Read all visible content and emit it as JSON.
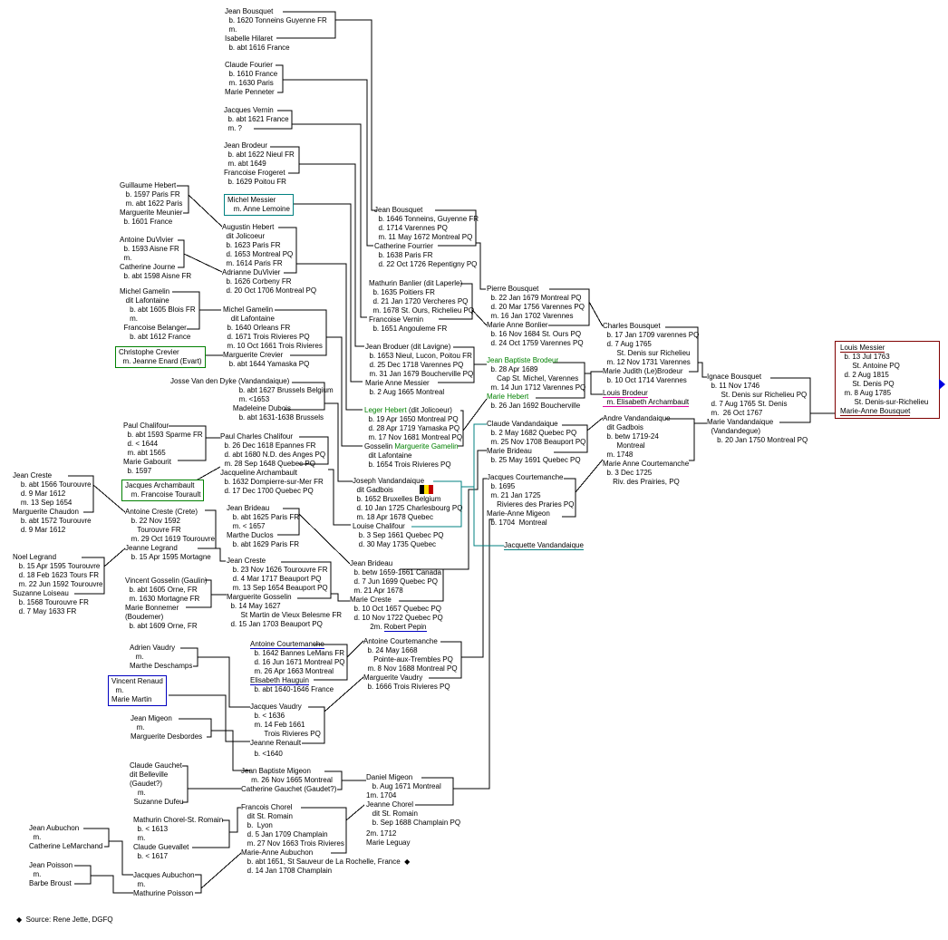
{
  "colors": {
    "line": "#000000",
    "teal": "#008080",
    "green": "#008000",
    "red_box": "#800000",
    "blue_box": "#0000c0",
    "green_box": "#008000",
    "teal_box": "#008080",
    "arrow": "#0000e0",
    "flag": [
      "#000000",
      "#ffe000",
      "#c00000"
    ]
  },
  "blocks": {
    "jb1620": [
      "Jean Bousquet",
      "  b. 1620 Tonneins Guyenne FR",
      "  m.",
      "Isabelle Hilaret",
      "  b. abt 1616 France"
    ],
    "cf": [
      "Claude Fourier",
      "  b. 1610 France",
      "  m. 1630 Paris",
      "Marie Penneter"
    ],
    "jv": [
      "Jacques Vernin",
      "  b. abt 1621 France",
      "  m. ?"
    ],
    "jbro": [
      "Jean Brodeur",
      "  b. abt 1622 Nieul FR",
      "  m. abt 1649",
      "Francoise Frogeret",
      "  b. 1629 Poitou FR"
    ],
    "gh": [
      "Guillaume Hebert",
      "   b. 1597 Paris FR",
      "   m. abt 1622 Paris",
      "Marguerite Meunier",
      "  b. 1601 France"
    ],
    "mm": [
      "Michel Messier",
      "   m. Anne Lemoine"
    ],
    "ah": [
      "Augustin Hebert",
      "  dit Jolicoeur",
      "  b. 1623 Paris FR",
      "  d. 1653 Montreal PQ",
      "  m. 1614 Paris FR",
      "Adrianne DuVivier",
      "  b. 1626 Corbeny FR",
      "  d. 20 Oct 1706 Montreal PQ"
    ],
    "ad": [
      "Antoine DuVivier",
      "  b. 1593 Aisne FR",
      "  m.",
      "Catherine Journe",
      "  b. abt 1598 Aisne FR"
    ],
    "mg1": [
      "Michel Gamelin",
      "   dit Lafontaine",
      "     b. abt 1605 Blois FR",
      "     m.",
      "  Francoise Belanger",
      "     b. abt 1612 France"
    ],
    "mg2": [
      "Michel Gamelin",
      "    dit Lafontaine",
      "  b. 1640 Orleans FR",
      "  d. 1671 Trois Rivieres PQ",
      "  m. 10 Oct 1661 Trois Rivieres",
      "Marguerite Crevier",
      "   b. abt 1644 Yamaska PQ"
    ],
    "cc": [
      "Christophe Crevier",
      "  m. Jeanne Enard (Evart)"
    ],
    "jvd": [
      "Josse Van den Dyke (Vandandaique)",
      "                                  b. abt 1627 Brussels Belgium",
      "                                  m. <1653",
      "                               Madeleine Dubois",
      "                                  b. abt 1631-1638 Brussels"
    ],
    "pc1": [
      "Paul Chalifour",
      "  b. abt 1593 Sparme FR",
      "  d. < 1644",
      "  m. abt 1565",
      "Marie Gabourit",
      "  b. 1597"
    ],
    "pc2": [
      "Paul Charles Chalifour",
      "  b. 26 Dec 1618 Epannes FR",
      "  d. abt 1680 N.D. des Anges PQ",
      "  m. 28 Sep 1648 Quebec PQ",
      "Jacqueline Archambault",
      "  b. 1632 Dompierre-sur-Mer FR",
      "  d. 17 Dec 1700 Quebec PQ"
    ],
    "ja": [
      "Jacques Archambault",
      "   m. Francoise Tourault"
    ],
    "jc1": [
      "Jean Creste",
      "    b. abt 1566 Tourouvre",
      "    d. 9 Mar 1612",
      "    m. 13 Sep 1654",
      "Marguerite Chaudon",
      "    b. abt 1572 Tourouvre",
      "    d. 9 Mar 1612"
    ],
    "ac": [
      "Antoine Creste (Crete)",
      "   b. 22 Nov 1592",
      "      Tourouvre FR",
      "   m. 29 Oct 1619 Tourouvre",
      "Jeanne Legrand",
      "   b. 15 Apr 1595 Mortagne"
    ],
    "nl": [
      "Noel Legrand",
      "   b. 15 Apr 1595 Tourouvre",
      "   d. 18 Feb 1623 Tours FR",
      "   m. 22 Jun 1592 Tourouvre",
      "Suzanne Loiseau",
      "   b. 1568 Tourouvre FR",
      "   d. 7 May 1633 FR"
    ],
    "jbri1": [
      "Jean Brideau",
      "   b. abt 1625 Paris FR",
      "   m. < 1657",
      "Marthe Duclos",
      "   b. abt 1629 Paris FR"
    ],
    "jc2": [
      "Jean Creste",
      "   b. 23 Nov 1626 Tourouvre FR",
      "   d. 4 Mar 1717 Beauport PQ",
      "   m. 13 Sep 1654 Beauport PQ",
      "Marguerite Gosselin",
      "  b. 14 May 1627",
      "       St Martin de Vieux Belesme FR",
      "  d. 15 Jan 1703 Beauport PQ"
    ],
    "vg": [
      "Vincent Gosselin (Gaulin)",
      "  b. abt 1605 Orne, FR",
      "  m. 1630 Mortagne FR",
      "Marie Bonnemer",
      "(Boudemer)",
      "  b. abt 1609 Orne, FR"
    ],
    "jbou2": [
      "Jean Bousquet",
      "  b. 1646 Tonneins, Guyenne FR",
      "  d. 1714 Varennes PQ",
      "  m. 11 May 1672 Montreal PQ",
      "Catherine Fourrier",
      "  b. 1638 Paris FR",
      "  d. 22 Oct 1726 Repentigny PQ"
    ],
    "mb": [
      "Mathurin Banlier (dit Laperle)",
      "  b. 1635 Poitiers FR",
      "  d. 21 Jan 1720 Vercheres PQ",
      "  m. 1678 St. Ours, Richelieu PQ",
      "Francoise Vernin",
      "  b. 1651 Angouleme FR"
    ],
    "jbrod": [
      "Jean Broduer (dit Lavigne)",
      "  b. 1653 Nieul, Lucon, Poitou FR",
      "  d. 25 Dec 1718 Varennes PQ",
      "  m. 31 Jan 1679 Boucherville PQ",
      "Marie Anne Messier",
      "  b. 2 Aug 1665 Montreal"
    ],
    "lh": [
      [
        "Leger Hebert",
        " (dit Jolicoeur)"
      ],
      "  b. 19 Apr 1650 Montreal PQ",
      "  d. 28 Apr 1719 Yamaska PQ",
      "  m. 17 Nov 1681 Montreal PQ",
      [
        "Gosselin ",
        "Marguerite Gamelin"
      ],
      "  dit Lafontaine",
      "  b. 1654 Trois Rivieres PQ"
    ],
    "jvan": [
      "Joseph Vandandaique",
      "  dit Gadbois",
      "  b. 1652 Bruxelles Belgium",
      "  d. 10 Jan 1725 Charlesbourg PQ",
      "  m. 18 Apr 1678 Quebec",
      "Louise Chalifour",
      "   b. 3 Sep 1661 Quebec PQ",
      "   d. 30 May 1735 Quebec"
    ],
    "jbri2": [
      "Jean Brideau",
      "  b. betw 1659-1661 Canada",
      "  d. 7 Jun 1699 Quebec PQ",
      "  m. 21 Apr 1678",
      "Marie Creste",
      "  b. 10 Oct 1657 Quebec PQ",
      "  d. 10 Nov 1722 Quebec PQ",
      [
        "          2m. ",
        "Robert Pepin"
      ]
    ],
    "atc1": [
      "Antoine Courtemanche",
      "  b. 1642 Bannes LeMans FR",
      "  d. 16 Jun 1671 Montreal PQ",
      "  m. 26 Apr 1663 Montreal",
      "Elisabeth Hauguin",
      "  b. abt 1640-1646 France"
    ],
    "atc2": [
      "Antoine Courtemanche",
      "  b. 24 May 1668",
      "     Pointe-aux-Trembles PQ",
      "  m. 8 Nov 1688 Montreal PQ",
      "Marguerite Vaudry",
      "  b. 1666 Trois Rivieres PQ"
    ],
    "av": [
      "Adrien Vaudry",
      "   m.",
      "Marthe Deschamps"
    ],
    "vr": [
      "Vincent Renaud",
      "  m.",
      "Marie Martin"
    ],
    "jm": [
      "Jean Migeon",
      "   m.",
      "Marguerite Desbordes"
    ],
    "jvau": [
      "Jacques Vaudry",
      "  b. < 1636",
      "  m. 14 Feb 1661",
      "       Trois Rivieres PQ",
      "Jeanne Renault"
    ],
    "jvau_b": [
      "  b. <1640"
    ],
    "cg": [
      "Claude Gauchet",
      "dit Belleville",
      "(Gaudet?)",
      "    m.",
      "  Suzanne Dufeu"
    ],
    "jbm": [
      "Jean Baptiste Migeon",
      "     m. 26 Nov 1665 Montreal",
      "Catherine Gauchet (Gaudet?)"
    ],
    "dm": [
      "Daniel Migeon",
      "   b. Aug 1671 Montreal",
      "1m. 1704",
      "Jeanne Chorel",
      "   dit St. Romain",
      "   b. Sep 1688 Champlain PQ"
    ],
    "dm2": [
      "2m. 1712",
      "Marie Leguay"
    ],
    "fc": [
      "Francois Chorel",
      "   dit St. Romain",
      "   b.  Lyon",
      "   d. 5 Jan 1709 Champlain",
      "   m. 27 Nov 1663 Trois Rivieres",
      "Marie-Anne Aubuchon",
      "   b. abt 1651, St Sauveur de La Rochelle, France  ◆",
      "   d. 14 Jan 1708 Champlain"
    ],
    "mc": [
      "Mathurin Chorel-St. Romain",
      "  b. < 1613",
      "  m.",
      "Claude Guevallet",
      "  b. < 1617"
    ],
    "ja1": [
      "Jean Aubuchon",
      "  m.",
      "Catherine LeMarchand"
    ],
    "jp": [
      "Jean Poisson",
      "  m.",
      "Barbe Broust"
    ],
    "jau": [
      "Jacques Aubuchon",
      "  m.",
      "Mathurine Poisson"
    ],
    "pb": [
      "Pierre Bousquet",
      "  b. 22 Jan 1679 Montreal PQ",
      "  d. 20 Mar 1756 Varennes PQ",
      "  m. 16 Jan 1702 Varennes",
      "Marie Anne Bonlier",
      "  b. 16 Nov 1684 St. Ours PQ",
      "  d. 24 Oct 1759 Varennes PQ"
    ],
    "jbb": [
      "Jean Baptiste Brodeur",
      "  b. 28 Apr 1689",
      "     Cap St. Michel, Varennes",
      "  m. 14 Jun 1712 Varennes PQ",
      "Marie Hebert",
      "  b. 26 Jan 1692 Boucherville"
    ],
    "cv": [
      "Claude Vandandaique",
      "  b. 2 May 1682 Quebec PQ",
      "  m. 25 Nov 1708 Beauport PQ",
      "Marie Brideau",
      "  b. 25 May 1691 Quebec PQ"
    ],
    "jcm": [
      "Jacques Courtemanche",
      "  b. 1695",
      "  m. 21 Jan 1725",
      "     Rivieres des Praries PQ",
      "Marie-Anne Migeon",
      "  b. 1704  Montreal"
    ],
    "jvq": [
      "Jacquette Vandandaique"
    ],
    "cb": [
      "Charles Bousquet",
      "  b. 17 Jan 1709 varennes PQ",
      "  d. 7 Aug 1765",
      "       St. Denis sur Richelieu",
      "  m. 12 Nov 1731 Varennes",
      "Marie Judith (Le)Brodeur",
      "  b. 10 Oct 1714 Varennes"
    ],
    "lb": [
      "Louis Brodeur",
      "  m. Elisabeth Archambault"
    ],
    "avd": [
      "Andre Vandandaique",
      "  dit Gadbois",
      "  b. betw 1719-24",
      "       Montreal",
      "  m. 1748",
      "Marie Anne Courtemanche",
      "  b. 3 Dec 1725",
      "     Riv. des Prairies, PQ"
    ],
    "ib": [
      "Ignace Bousquet",
      "  b. 11 Nov 1746",
      "       St. Denis sur Richelieu PQ",
      "  d. 7 Aug 1765 St. Denis",
      "  m.  26 Oct 1767",
      "Marie Vandandaique",
      "  (Vandandegue)",
      "     b. 20 Jan 1750 Montreal PQ"
    ],
    "lm": [
      "Louis Messier",
      "  b. 13 Jul 1763",
      "      St. Antoine PQ",
      "  d. 2 Aug 1815",
      "      St. Denis PQ",
      "  m. 8 Aug 1785",
      "       St. Denis-sur-Richelieu",
      "Marie-Anne Bousquet"
    ]
  },
  "footnote": {
    "marker": "◆",
    "text": "  Source: Rene Jette, DGFQ"
  }
}
